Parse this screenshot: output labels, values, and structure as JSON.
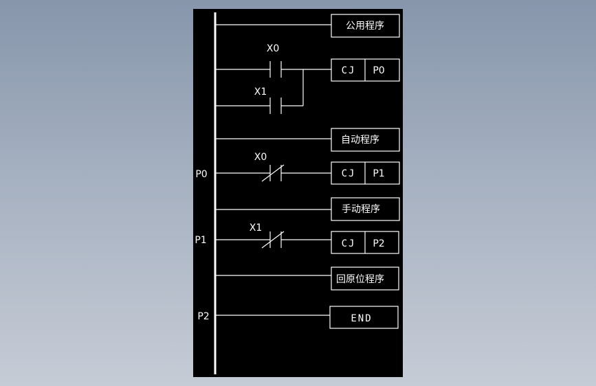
{
  "colors": {
    "background_top": "#8796ac",
    "background_bottom": "#c6ccd6",
    "canvas": "#000000",
    "lines": "#ffffff"
  },
  "ladder": {
    "rungs": [
      {
        "pointer": "",
        "box": "公用程序"
      },
      {
        "pointer": "",
        "contacts": [
          {
            "name": "X0",
            "type": "NO"
          },
          {
            "name": "X1",
            "type": "NO"
          }
        ],
        "instruction": "CJ",
        "operand": "P0"
      },
      {
        "pointer": "",
        "box": "自动程序"
      },
      {
        "pointer": "P0",
        "contacts": [
          {
            "name": "X0",
            "type": "NC"
          }
        ],
        "instruction": "CJ",
        "operand": "P1"
      },
      {
        "pointer": "",
        "box": "手动程序"
      },
      {
        "pointer": "P1",
        "contacts": [
          {
            "name": "X1",
            "type": "NC"
          }
        ],
        "instruction": "CJ",
        "operand": "P2"
      },
      {
        "pointer": "",
        "box": "回原位程序"
      },
      {
        "pointer": "P2",
        "box": "END"
      }
    ]
  }
}
